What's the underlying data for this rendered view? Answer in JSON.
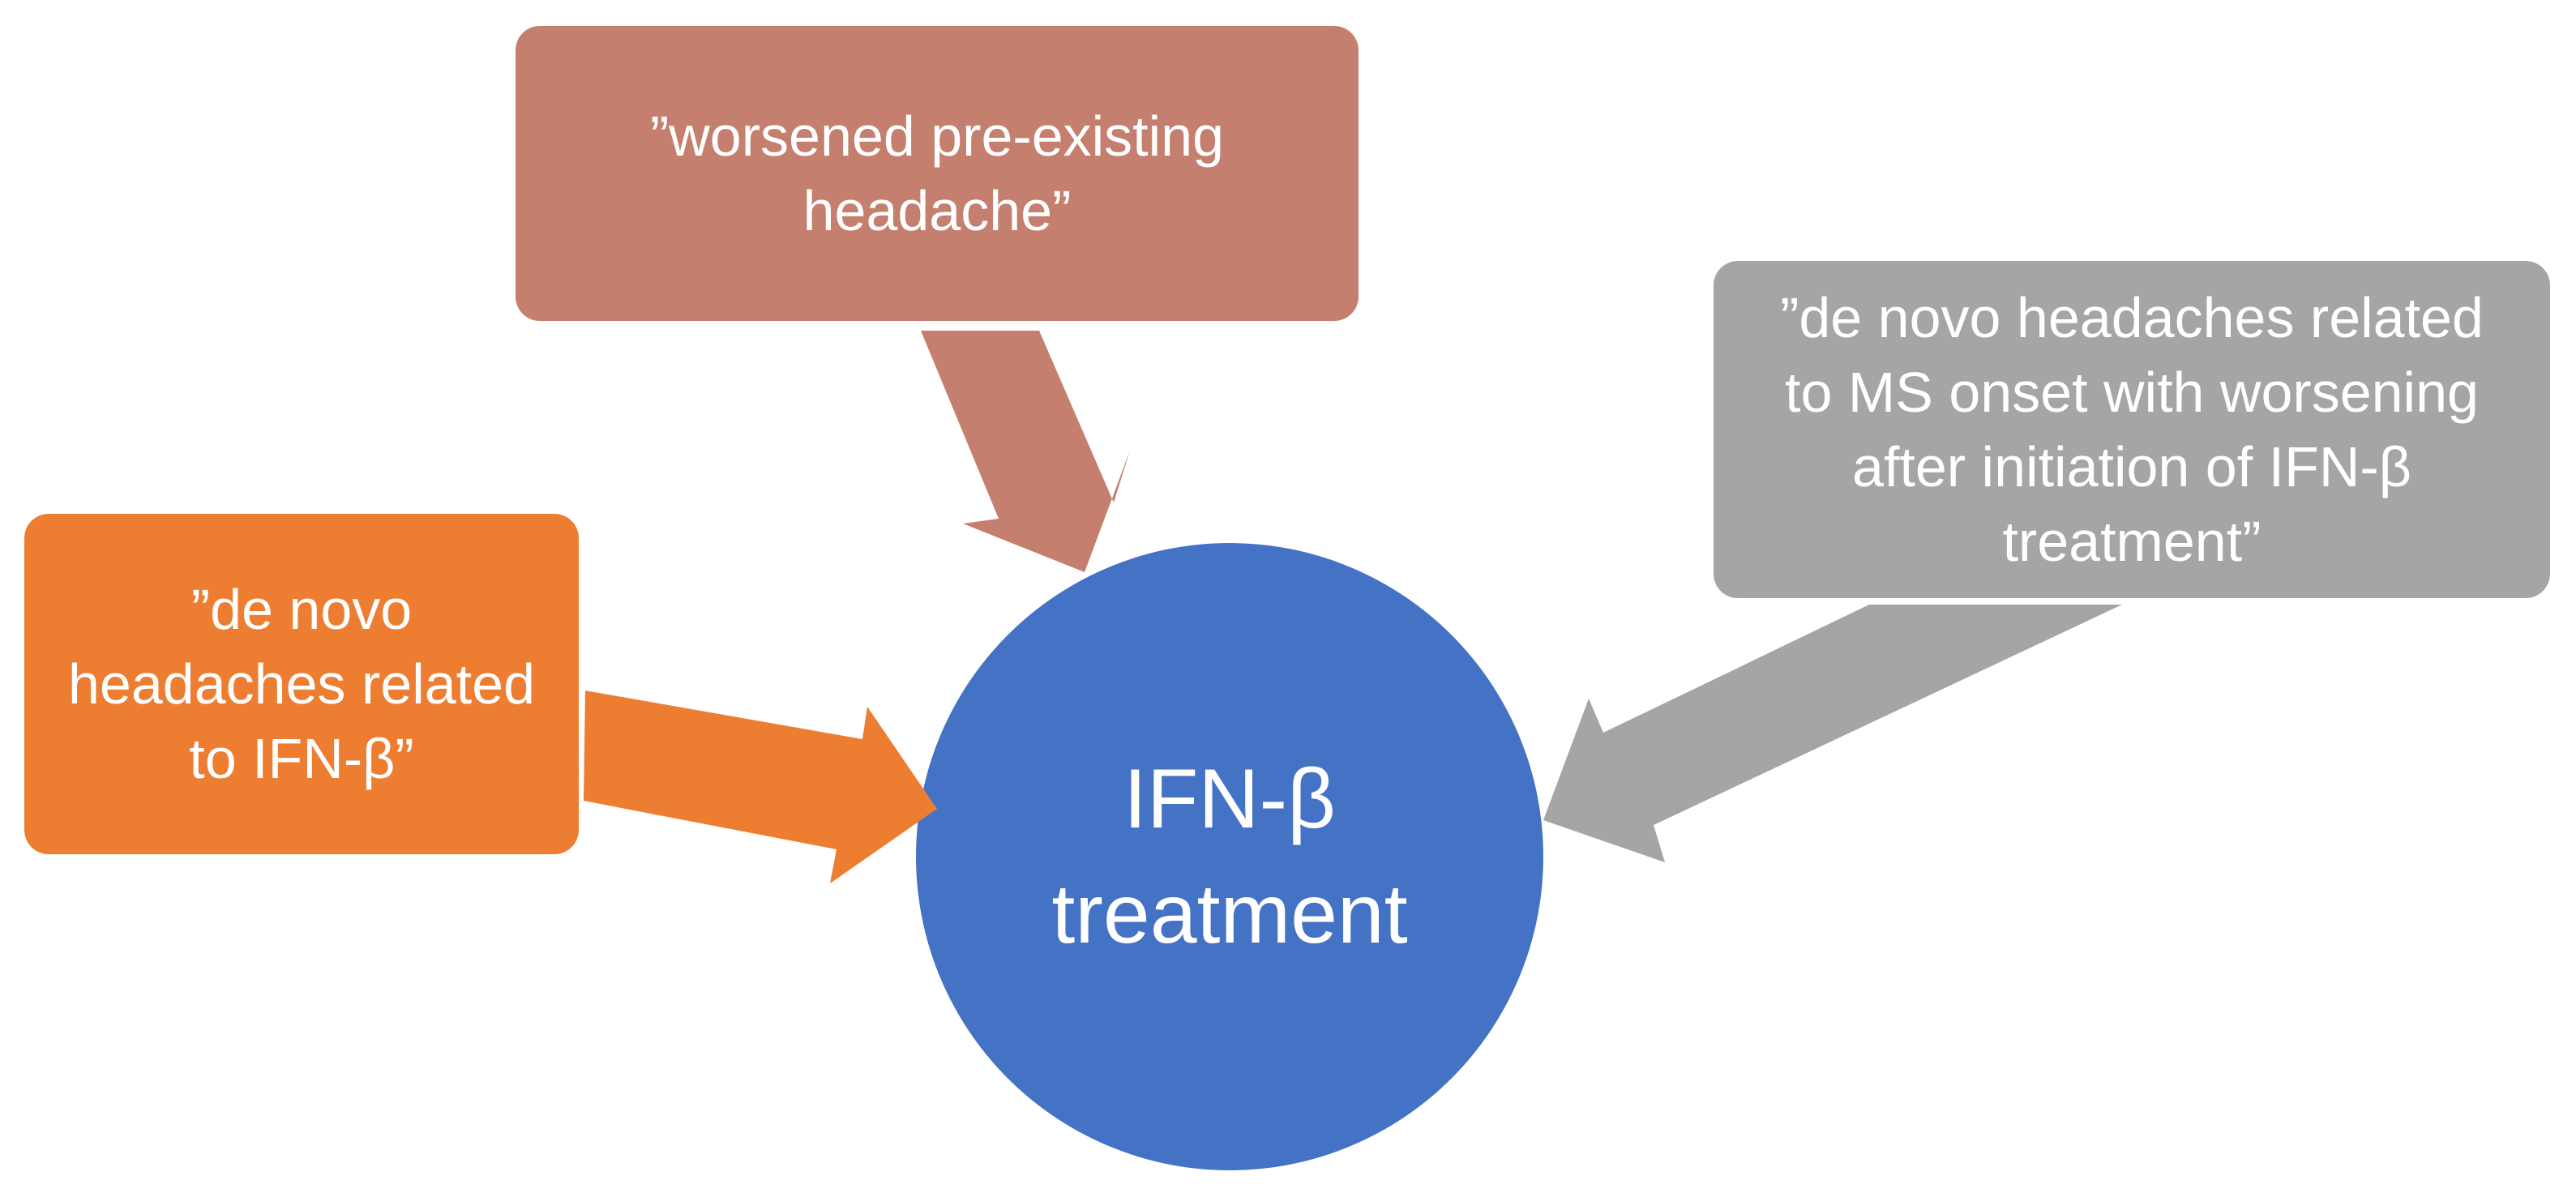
{
  "diagram": {
    "center": {
      "label": "IFN-β\ntreatment",
      "color": "#4472c4"
    },
    "nodes": [
      {
        "id": "top",
        "label": "”worsened pre-existing\nheadache”",
        "color": "#c47f6f"
      },
      {
        "id": "left",
        "label": "”de novo\nheadaches related\nto IFN-β”",
        "color": "#ed7d31"
      },
      {
        "id": "right",
        "label": "”de novo headaches related\nto MS onset with worsening\nafter initiation of IFN-β\ntreatment”",
        "color": "#a5a5a5"
      }
    ],
    "edges": [
      {
        "from": "top",
        "to": "center"
      },
      {
        "from": "left",
        "to": "center"
      },
      {
        "from": "right",
        "to": "center"
      }
    ]
  }
}
